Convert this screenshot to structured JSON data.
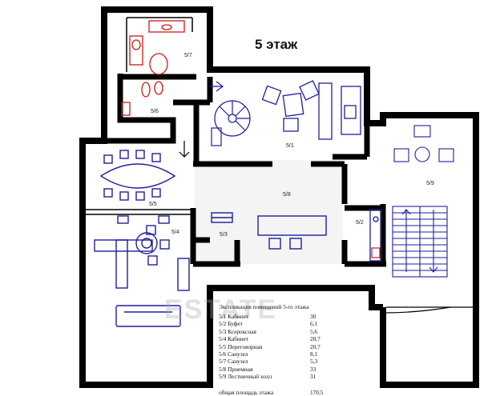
{
  "plan": {
    "title": "5 этаж",
    "room_labels": [
      {
        "id": "r1",
        "text": "5/1"
      },
      {
        "id": "r2",
        "text": "5/2"
      },
      {
        "id": "r3",
        "text": "5/3"
      },
      {
        "id": "r4",
        "text": "5/4"
      },
      {
        "id": "r5",
        "text": "5/5"
      },
      {
        "id": "r6",
        "text": "5/6"
      },
      {
        "id": "r7",
        "text": "5/7"
      },
      {
        "id": "r8",
        "text": "5/8"
      },
      {
        "id": "r9",
        "text": "5/9"
      }
    ],
    "watermark": "ESTATE",
    "colors": {
      "walls": "#000000",
      "furniture": "#1f1f9e",
      "sanitary": "#d01818",
      "stairs": "#1f1f9e"
    }
  },
  "legend": {
    "title": "Экспликация помещений 5-го этажа",
    "rows": [
      {
        "name": "5/1 Кабинет",
        "area": "30"
      },
      {
        "name": "5/2 Буфет",
        "area": "6,1"
      },
      {
        "name": "5/3 Ксероксная",
        "area": "5,6"
      },
      {
        "name": "5/4 Кабинет",
        "area": "28,7"
      },
      {
        "name": "5/5 Переговорная",
        "area": "20,7"
      },
      {
        "name": "5/6 Санузел",
        "area": "8,1"
      },
      {
        "name": "5/7 Санузел",
        "area": "5,3"
      },
      {
        "name": "5/8 Приемная",
        "area": "33"
      },
      {
        "name": "5/9 Лестничный холл",
        "area": "31"
      }
    ],
    "total_label": "общая площадь этажа",
    "total_value": "170,5"
  }
}
